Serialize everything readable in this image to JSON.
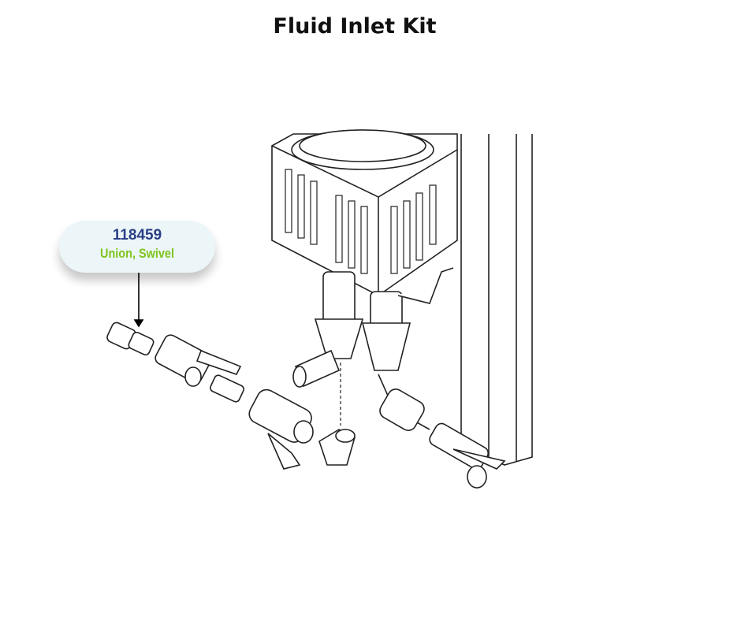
{
  "title": "Fluid Inlet Kit",
  "callout": {
    "part_number": "118459",
    "description": "Union, Swivel",
    "pn_color": "#2b3f86",
    "desc_color": "#7fc41c"
  }
}
